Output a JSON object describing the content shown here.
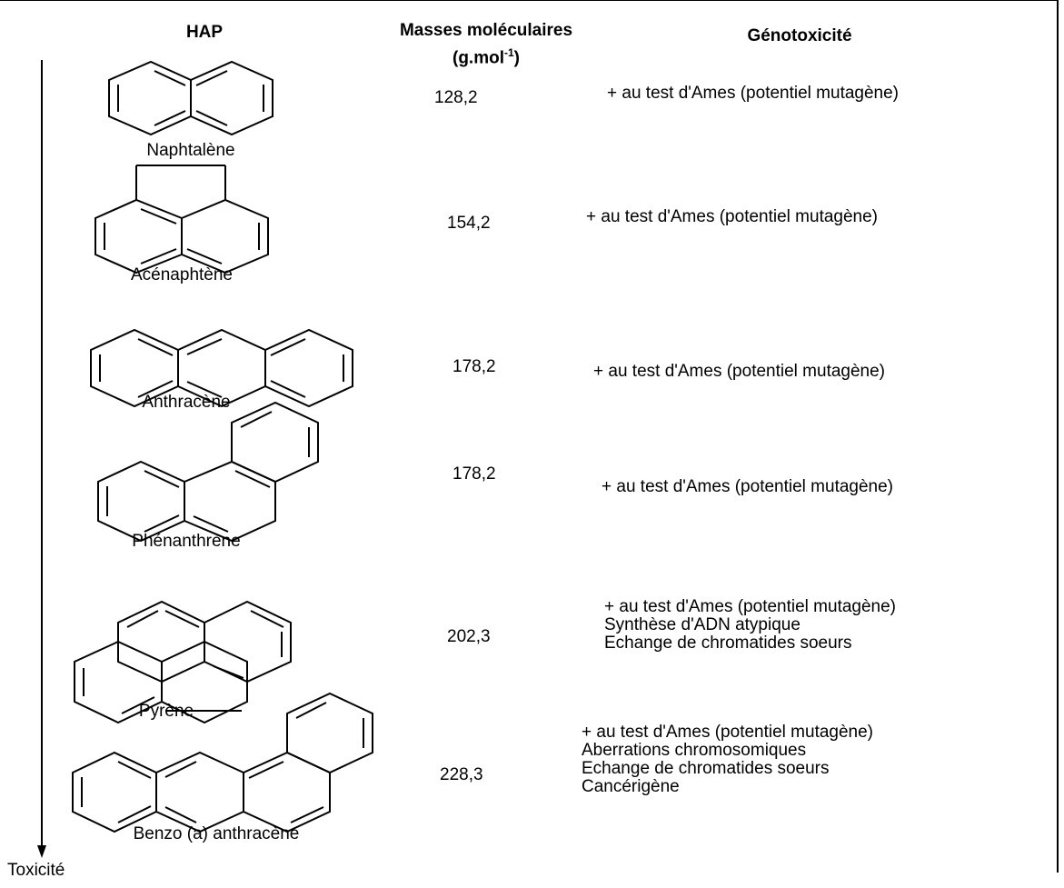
{
  "headers": {
    "hap": "HAP",
    "masses": "Masses moléculaires",
    "units_prefix": "(g.mol",
    "units_sup": "-1",
    "units_suffix": ")",
    "genotox": "Génotoxicité"
  },
  "axis_label": "Toxicité",
  "rows": [
    {
      "name": "Naphtalène",
      "mass": "128,2",
      "effects": [
        "+ au test d'Ames (potentiel mutagène)"
      ]
    },
    {
      "name": "Acénaphtène",
      "mass": "154,2",
      "effects": [
        "+ au test d'Ames (potentiel mutagène)"
      ]
    },
    {
      "name": "Anthracène",
      "mass": "178,2",
      "effects": [
        "+ au test d'Ames (potentiel mutagène)"
      ]
    },
    {
      "name": "Phénanthrène",
      "mass": "178,2",
      "effects": [
        "+ au test d'Ames (potentiel mutagène)"
      ]
    },
    {
      "name": "Pyrène",
      "mass": "202,3",
      "effects": [
        "+ au test d'Ames (potentiel mutagène)",
        "Synthèse d'ADN atypique",
        "Echange de chromatides soeurs"
      ]
    },
    {
      "name": "Benzo (a) anthracène",
      "mass": "228,3",
      "effects": [
        "+ au test d'Ames (potentiel mutagène)",
        "Aberrations chromosomiques",
        "Echange de chromatides soeurs",
        "Cancérigène"
      ]
    }
  ]
}
